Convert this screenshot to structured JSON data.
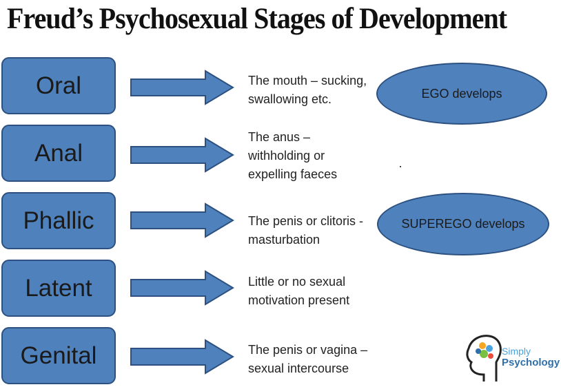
{
  "title": "Freud’s Psychosexual Stages of Development",
  "stages": [
    {
      "name": "Oral",
      "lines": [
        "The mouth – sucking,",
        "swallowing etc."
      ]
    },
    {
      "name": "Anal",
      "lines": [
        "The anus –",
        "withholding or",
        "expelling faeces"
      ]
    },
    {
      "name": "Phallic",
      "lines": [
        "The penis or clitoris -",
        "masturbation"
      ]
    },
    {
      "name": "Latent",
      "lines": [
        "Little or no sexual",
        "motivation present"
      ]
    },
    {
      "name": "Genital",
      "lines": [
        "The penis or vagina –",
        "sexual intercourse"
      ]
    }
  ],
  "ellipses": {
    "ego": "EGO develops",
    "superego": "SUPEREGO develops"
  },
  "logo": {
    "word1": "Simply",
    "word2": "Psychology",
    "word1_color": "#4aa3df",
    "word2_color": "#2f6fa8"
  },
  "colors": {
    "fill": "#4f81bd",
    "stroke": "#2c5180"
  }
}
